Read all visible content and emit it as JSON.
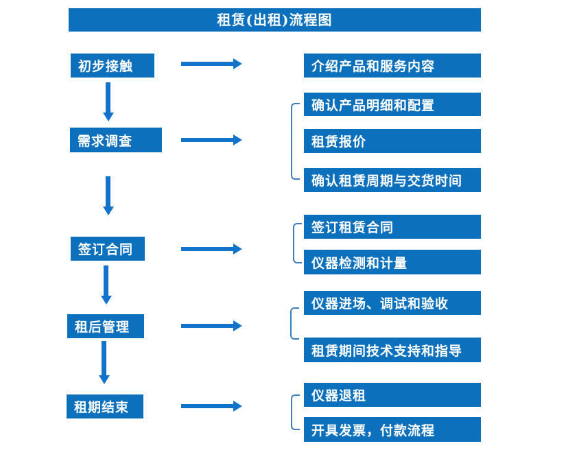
{
  "title": "租赁(出租)流程图",
  "colors": {
    "box_blue": "#0d70bd",
    "arrow_blue": "#1273ca",
    "bracket_blue": "#3d7ebf",
    "text_white": "#ffffff",
    "background": "#ffffff"
  },
  "flow": [
    {
      "step": "初步接触",
      "details": [
        "介绍产品和服务内容"
      ]
    },
    {
      "step": "需求调查",
      "details": [
        "确认产品明细和配置",
        "租赁报价",
        "确认租赁周期与交货时间"
      ]
    },
    {
      "step": "签订合同",
      "details": [
        "签订租赁合同",
        "仪器检测和计量"
      ]
    },
    {
      "step": "租后管理",
      "details": [
        "仪器进场、调试和验收",
        "租赁期间技术支持和指导"
      ]
    },
    {
      "step": "租期结束",
      "details": [
        "仪器退租",
        "开具发票，付款流程"
      ]
    }
  ]
}
